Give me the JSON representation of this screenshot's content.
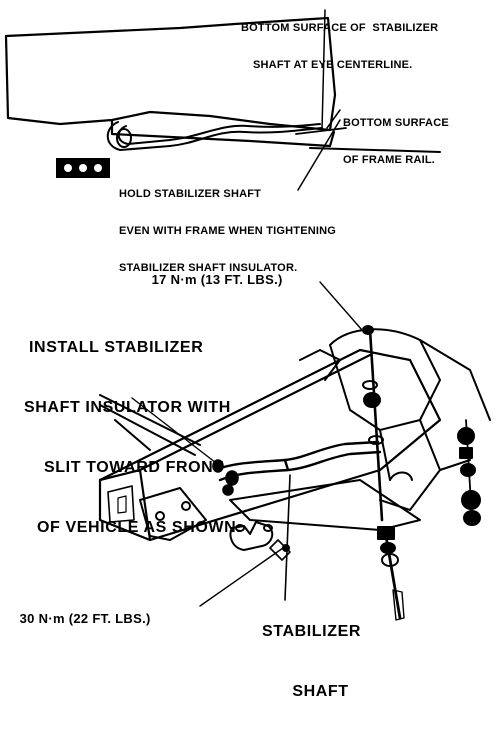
{
  "labels": {
    "bottom_eye_line1": "BOTTOM SURFACE OF  STABILIZER",
    "bottom_eye_line2": "SHAFT AT EYE CENTERLINE.",
    "bottom_frame_line1": "BOTTOM SURFACE",
    "bottom_frame_line2": "OF FRAME RAIL.",
    "hold_line1": "HOLD STABILIZER SHAFT",
    "hold_line2": "EVEN WITH FRAME WHEN TIGHTENING",
    "hold_line3": "STABILIZER SHAFT INSULATOR.",
    "torque_top": "17 N·m (13 FT. LBS.)",
    "install_line1": "INSTALL STABILIZER",
    "install_line2": "SHAFT INSULATOR WITH",
    "install_line3": "SLIT TOWARD FRONT",
    "install_line4": "OF VEHICLE AS SHOWN.",
    "torque_bottom": "30 N·m (22 FT. LBS.)",
    "stab_line1": "STABILIZER",
    "stab_line2": "SHAFT"
  },
  "colors": {
    "ink": "#000000",
    "paper": "#ffffff"
  }
}
